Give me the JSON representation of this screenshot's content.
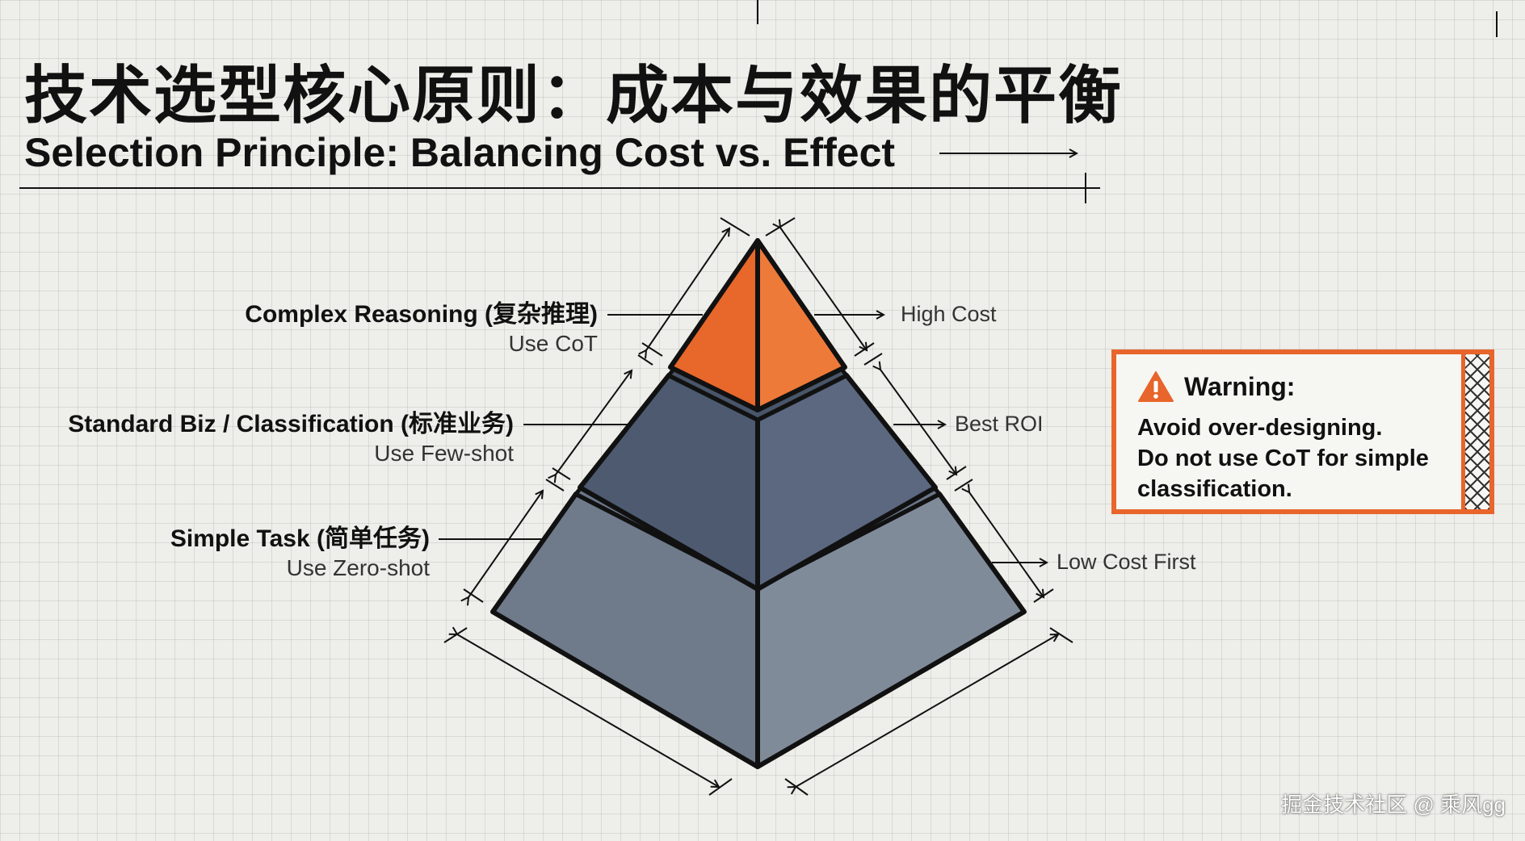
{
  "title": {
    "zh": "技术选型核心原则：成本与效果的平衡",
    "en": "Selection Principle: Balancing Cost vs. Effect"
  },
  "colors": {
    "accent": "#e8652b",
    "tier_top_left": "#e8672a",
    "tier_top_right": "#ee7a3a",
    "tier_mid_left": "#4d5a70",
    "tier_mid_right": "#5b6880",
    "tier_bottom_left": "#6f7b8b",
    "tier_bottom_right": "#808b9a",
    "outline": "#111111"
  },
  "tiers": [
    {
      "title": "Complex Reasoning (复杂推理)",
      "method": "Use CoT",
      "note": "High Cost"
    },
    {
      "title": "Standard Biz / Classification (标准业务)",
      "method": "Use Few-shot",
      "note": "Best ROI"
    },
    {
      "title": "Simple Task (简单任务)",
      "method": "Use Zero-shot",
      "note": "Low Cost First"
    }
  ],
  "warning": {
    "icon": "warning-triangle-icon",
    "title": "Warning:",
    "text": "Avoid over-designing.\nDo not use CoT for simple classification."
  },
  "watermark": "掘金技术社区 @ 乘风gg"
}
